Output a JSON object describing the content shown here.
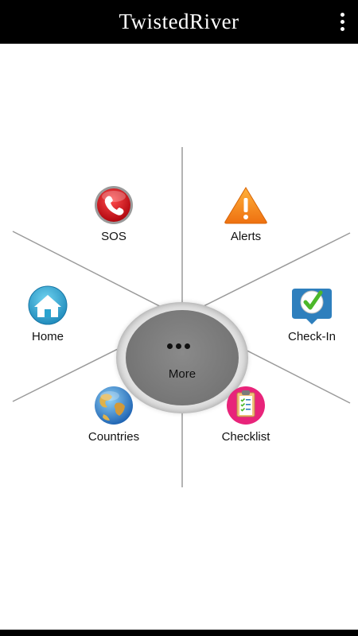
{
  "app": {
    "title": "TwistedRiver"
  },
  "menu": {
    "center": {
      "label": "More"
    },
    "items": [
      {
        "label": "SOS",
        "icon": "phone-sos-icon"
      },
      {
        "label": "Alerts",
        "icon": "warning-icon"
      },
      {
        "label": "Home",
        "icon": "home-icon"
      },
      {
        "label": "Check-In",
        "icon": "checkin-check-icon"
      },
      {
        "label": "Countries",
        "icon": "globe-icon"
      },
      {
        "label": "Checklist",
        "icon": "clipboard-checklist-icon"
      }
    ]
  },
  "colors": {
    "appbar": "#000000",
    "sos": "#d1101a",
    "alerts": "#f28a1a",
    "home": "#2aa3cf",
    "checkin": "#2e7fbd",
    "checklist": "#e8247a"
  }
}
